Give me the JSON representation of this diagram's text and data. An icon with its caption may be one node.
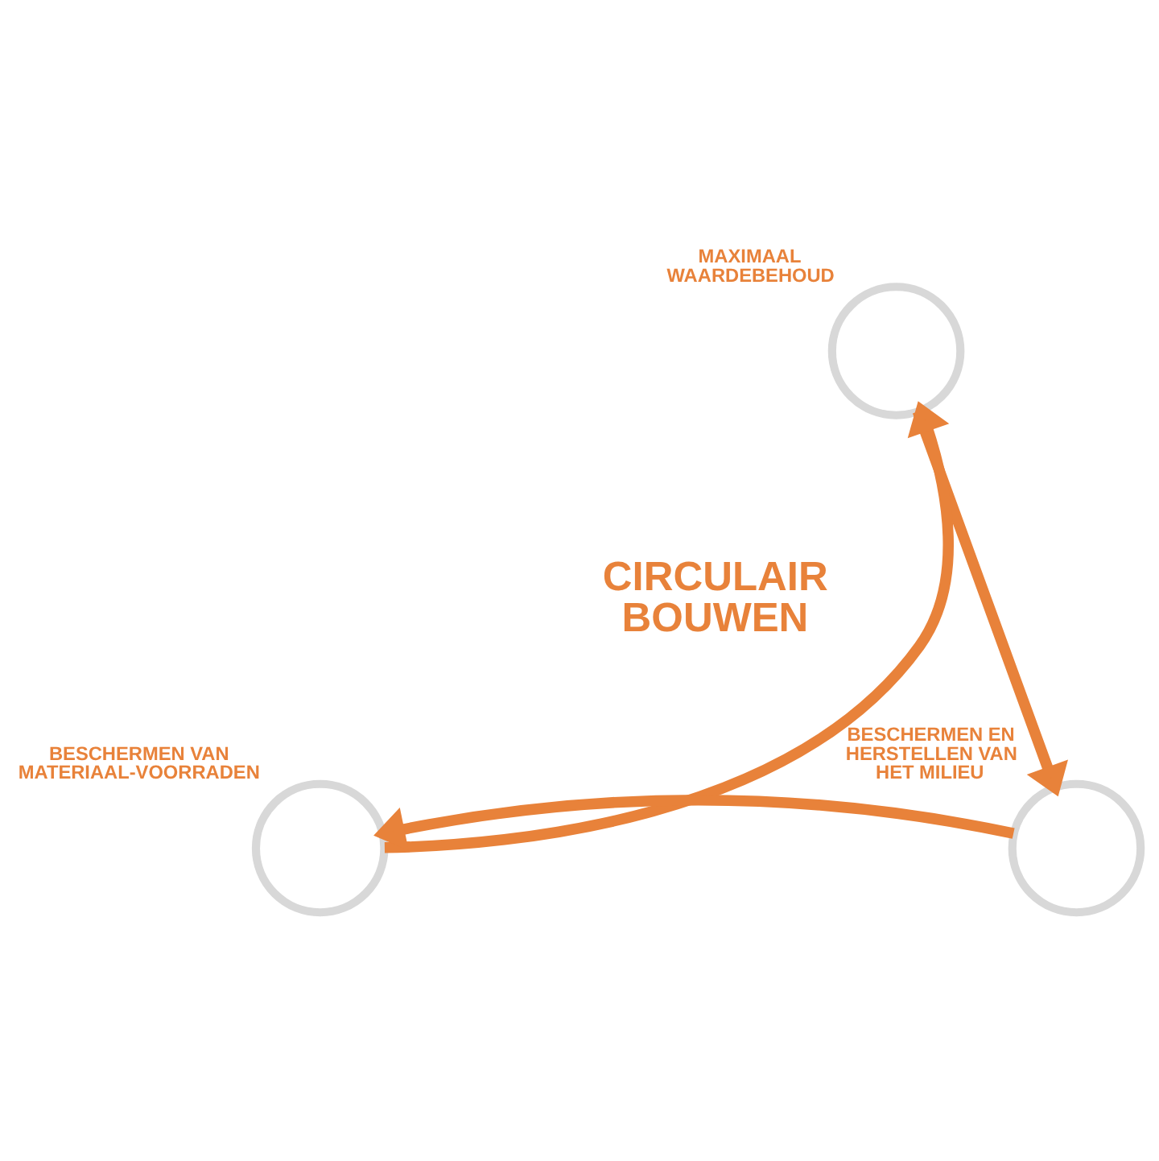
{
  "diagram": {
    "nodes": [
      {
        "text": [],
        "shape": "circle",
        "beside": [
          "MAXIMAAL WAARDEBEHOUD"
        ]
      },
      {
        "text": [],
        "shape": "circle",
        "beside": [
          "BESCHERMEN VAN MATERIAAL-VOORRADEN"
        ]
      },
      {
        "text": [],
        "shape": "circle",
        "beside": [
          "BESCHERMEN EN HERSTELLEN VAN HET MILIEU"
        ]
      }
    ],
    "edges": [
      {
        "from": 0,
        "to": 2,
        "arrow": "to"
      },
      {
        "from": 2,
        "to": 1,
        "arrow": "to"
      },
      {
        "from": 1,
        "to": 0,
        "arrow": "to"
      }
    ],
    "labels": [
      "CIRCULAIR BOUWEN"
    ]
  }
}
